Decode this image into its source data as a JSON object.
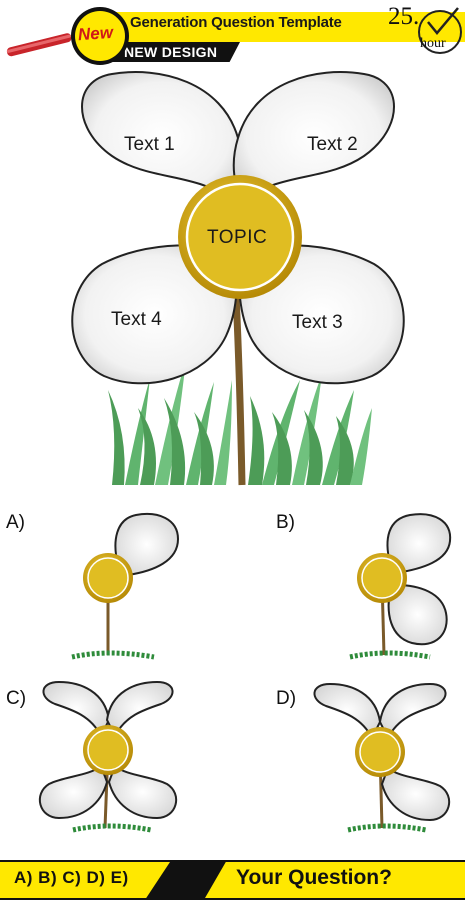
{
  "header": {
    "badge": "New",
    "title": "Generation Question Template",
    "subtitle": "NEW DESIGN",
    "clock_number": "25.",
    "clock_unit": "hour"
  },
  "diagram": {
    "center": "TOPIC",
    "petals": [
      "Text 1",
      "Text 2",
      "Text 3",
      "Text 4"
    ]
  },
  "options": [
    {
      "label": "A)",
      "petal_count": 1
    },
    {
      "label": "B)",
      "petal_count": 2
    },
    {
      "label": "C)",
      "petal_count": 4
    },
    {
      "label": "D)",
      "petal_count": 3
    }
  ],
  "footer": {
    "answers": "A) B) C) D) E)",
    "question": "Your Question?"
  },
  "colors": {
    "accent_yellow": "#ffe800",
    "gold": "#c9a10e",
    "petal_fill": "#f4f4f4",
    "stem": "#7a5a2a",
    "grass": "#2e8b3a"
  }
}
